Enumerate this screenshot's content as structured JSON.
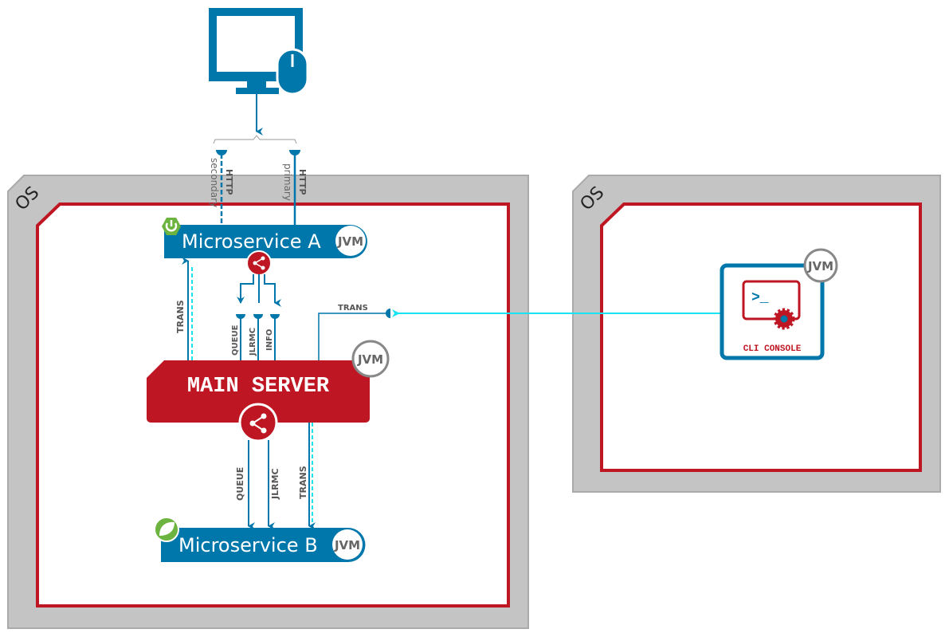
{
  "os_left": {
    "label": "OS"
  },
  "os_right": {
    "label": "OS"
  },
  "client": {
    "icon": "desktop-computer-with-mouse-icon"
  },
  "links": {
    "http_secondary": {
      "protocol": "HTTP",
      "role": "secondary"
    },
    "http_primary": {
      "protocol": "HTTP",
      "role": "primary"
    },
    "trans_up": "TRANS",
    "queue_a": "QUEUE",
    "jlrmc_a": "JLRMC",
    "info_a": "INFO",
    "trans_cli": "TRANS",
    "queue_b": "QUEUE",
    "jlrmc_b": "JLRMC",
    "trans_b": "TRANS"
  },
  "microservice_a": {
    "name": "Microservice A",
    "runtime": "JVM",
    "icon": "spring-boot-icon"
  },
  "main_server": {
    "name": "MAIN SERVER",
    "runtime": "JVM",
    "icon": "share-icon"
  },
  "microservice_b": {
    "name": "Microservice B",
    "runtime": "JVM",
    "icon": "spring-leaf-icon"
  },
  "cli": {
    "name": "CLI CONSOLE",
    "runtime": "JVM",
    "icon": "terminal-gear-icon"
  },
  "colors": {
    "blue": "#0077aa",
    "red": "#be1622",
    "gray": "#c4c4c4",
    "cyan": "#19e3f0",
    "green": "#6db33f"
  }
}
